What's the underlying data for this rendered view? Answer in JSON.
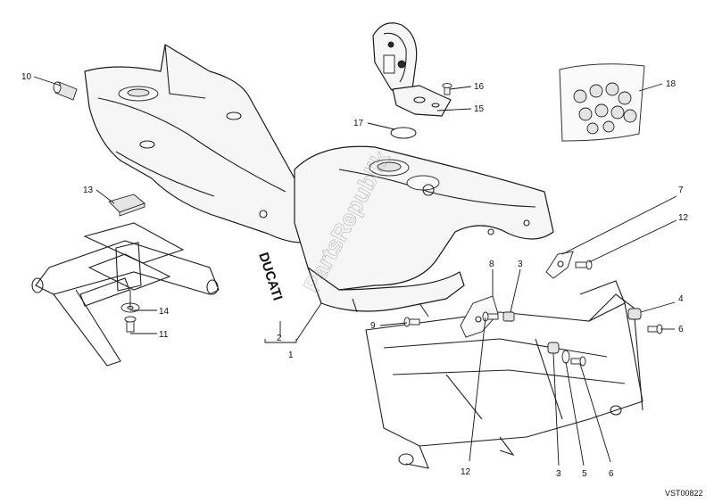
{
  "diagram": {
    "drawing_code": "VST00822",
    "watermark": "PartsRepublik",
    "decal_text": "DUCATI",
    "callouts": [
      {
        "id": "10",
        "label": "10"
      },
      {
        "id": "13",
        "label": "13"
      },
      {
        "id": "14",
        "label": "14"
      },
      {
        "id": "11",
        "label": "11"
      },
      {
        "id": "2",
        "label": "2"
      },
      {
        "id": "1",
        "label": "1"
      },
      {
        "id": "17",
        "label": "17"
      },
      {
        "id": "16",
        "label": "16"
      },
      {
        "id": "15",
        "label": "15"
      },
      {
        "id": "18",
        "label": "18"
      },
      {
        "id": "7",
        "label": "7"
      },
      {
        "id": "12a",
        "label": "12"
      },
      {
        "id": "8",
        "label": "8"
      },
      {
        "id": "3a",
        "label": "3"
      },
      {
        "id": "9",
        "label": "9"
      },
      {
        "id": "4",
        "label": "4"
      },
      {
        "id": "6a",
        "label": "6"
      },
      {
        "id": "12b",
        "label": "12"
      },
      {
        "id": "3b",
        "label": "3"
      },
      {
        "id": "5",
        "label": "5"
      },
      {
        "id": "6b",
        "label": "6"
      }
    ]
  }
}
